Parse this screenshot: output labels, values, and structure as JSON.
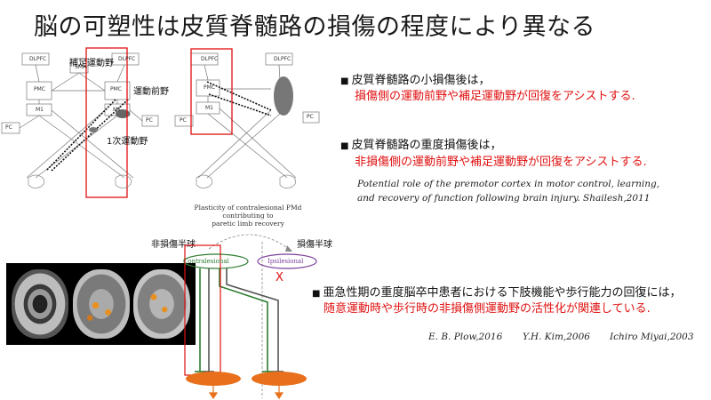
{
  "title": "脳の可塑性は皮質脊髄路の損傷の程度により異なる",
  "diagram_left": {
    "boxes": {
      "dlpfc_l": "DLPFC",
      "sma": "SMA",
      "dlpfc_r": "DLPFC",
      "pmc_l": "PMC",
      "pmc_r": "PMC",
      "m1_l": "M1",
      "m1_r": "M1",
      "pc_l": "PC",
      "pc_r": "PC"
    },
    "labels": {
      "sma_jp": "補足運動野",
      "premotor_jp": "運動前野",
      "primary_jp": "1次運動野"
    }
  },
  "diagram_right": {
    "boxes": {
      "dlpfc_l": "DLPFC",
      "dlpfc_r": "DLPFC",
      "pmc_l": "PMC",
      "m1_l": "M1",
      "pc_l": "PC",
      "pc_r": "PC"
    }
  },
  "bullets": [
    {
      "marker": "■",
      "head": "皮質脊髄路の小損傷後は，",
      "body": "損傷側の運動前野や補足運動野が回復をアシストする."
    },
    {
      "marker": "■",
      "head": "皮質脊髄路の重度損傷後は，",
      "body": "非損傷側の運動前野や補足運動野が回復をアシストする."
    }
  ],
  "citation_1": {
    "line1": "Potential role of the premotor cortex in motor control, learning,",
    "line2": "and recovery of function following brain injury.  Shailesh,2011"
  },
  "pmd_diagram": {
    "caption_line1": "Plasticity of contralesional PMd",
    "caption_line2": "contributing to",
    "caption_line3": "paretic limb recovery",
    "left_jp": "非損傷半球",
    "right_jp": "損傷半球",
    "contralesional": "Contralesional",
    "ipsilesional": "Ipsilesional",
    "x_mark": "X"
  },
  "bullet_3": {
    "marker": "■",
    "head": "亜急性期の重度脳卒中患者における下肢機能や歩行能力の回復には，",
    "body": "随意運動時や歩行時の非損傷側運動野の活性化が関連している."
  },
  "references": {
    "ref1": "E. B. Plow,2016",
    "ref2": "Y.H. Kim,2006",
    "ref3": "Ichiro Miyai,2003"
  },
  "colors": {
    "emphasis_red": "#e01010",
    "tract_green": "#2e7d32",
    "contralesional_green": "#2e7d32",
    "ipsilesional_purple": "#7b3f9a",
    "arrow_orange": "#e8701c"
  }
}
